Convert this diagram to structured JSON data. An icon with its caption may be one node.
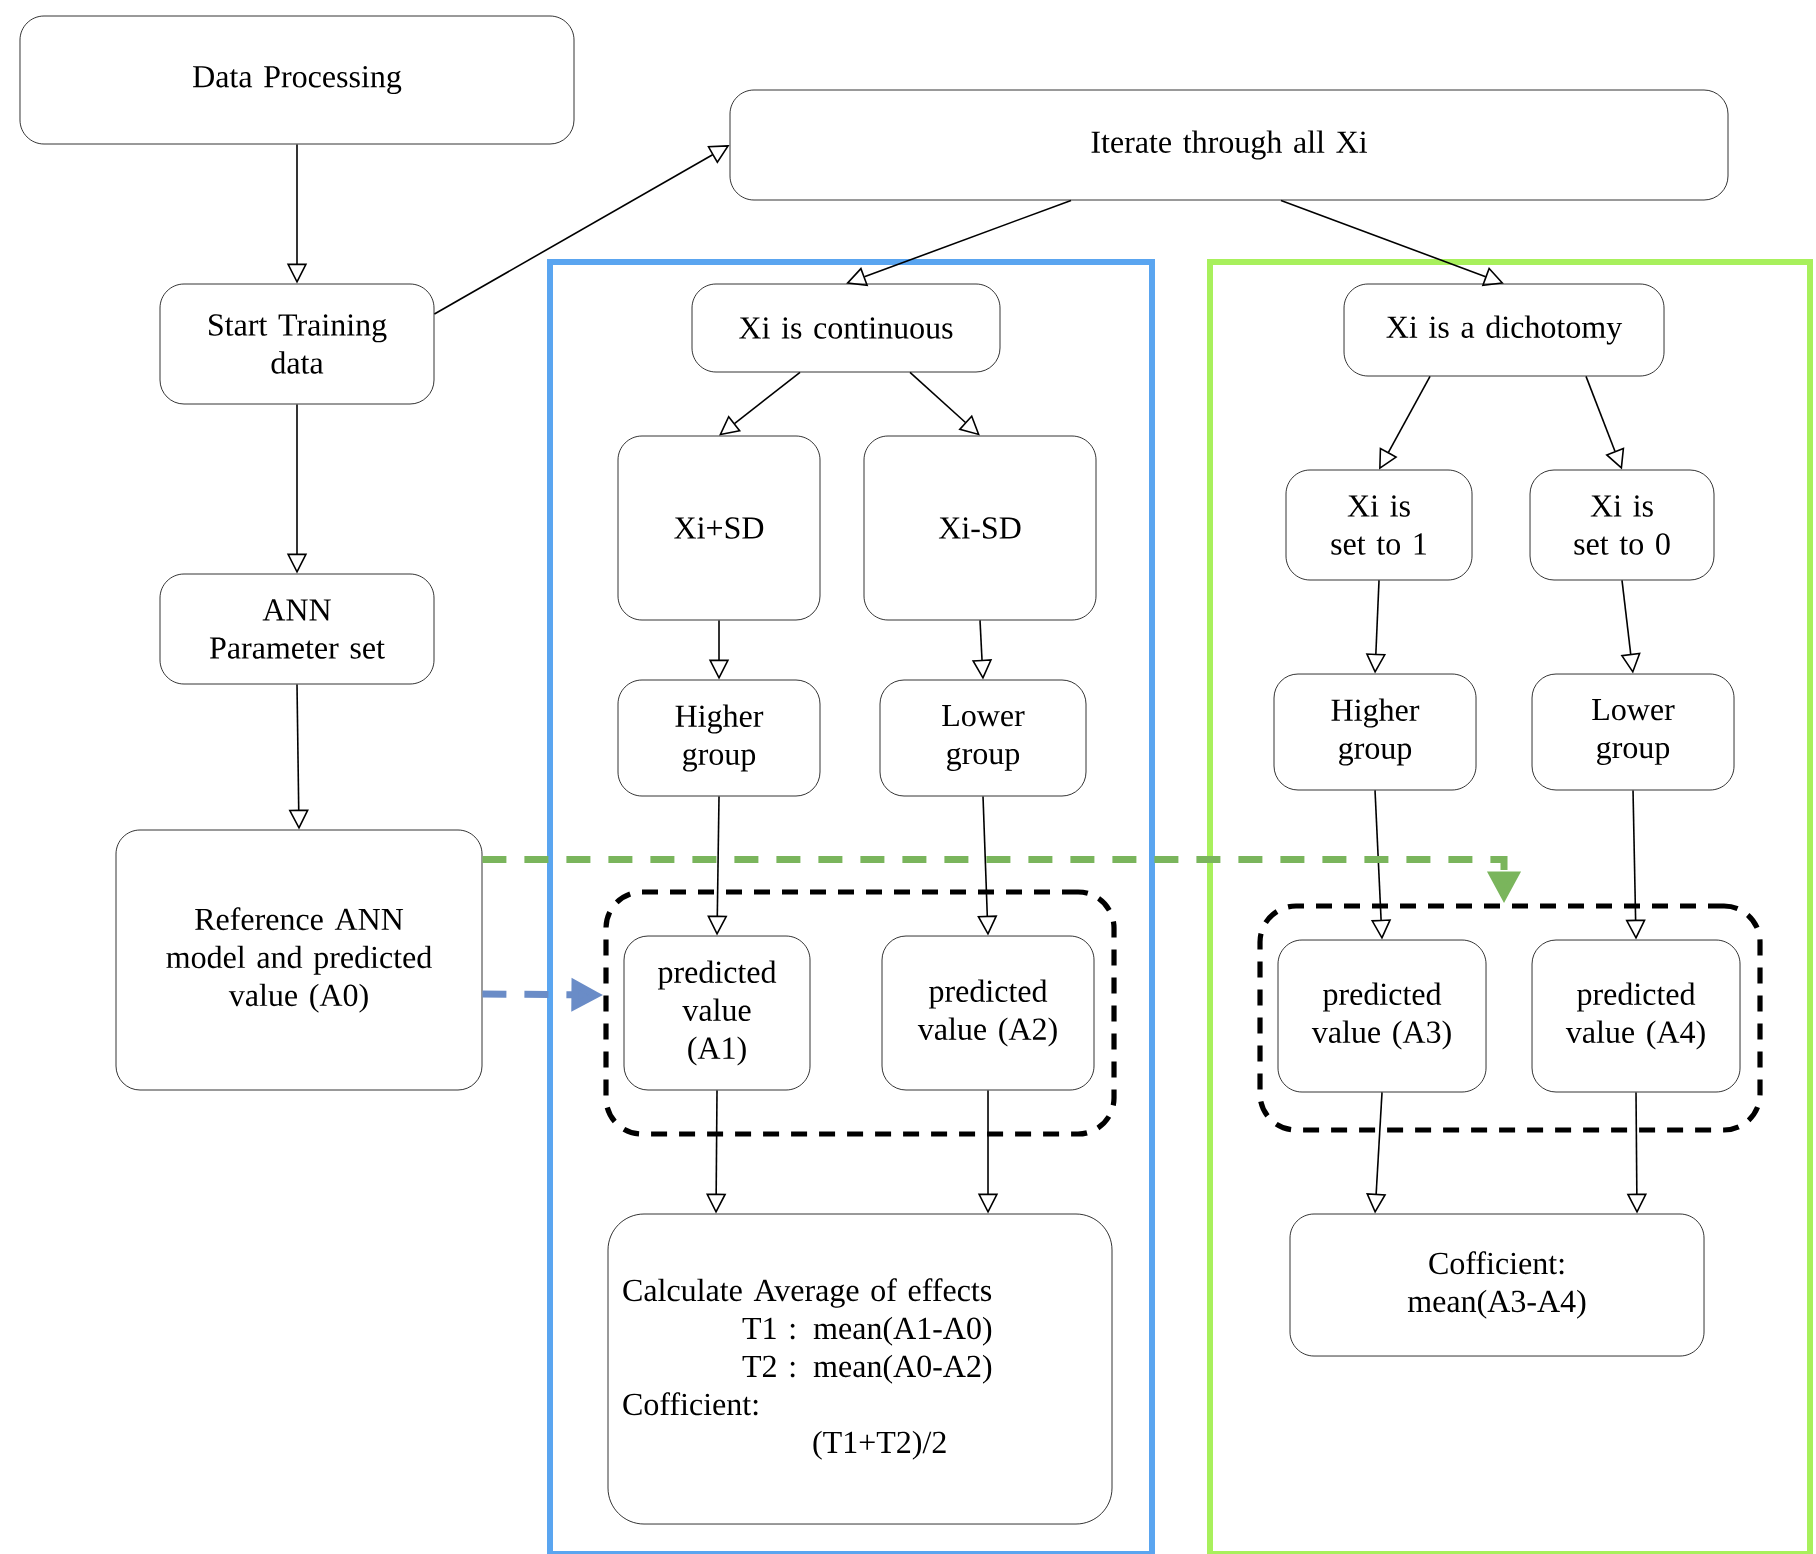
{
  "diagram": {
    "nodes": [
      {
        "text": [
          "Data Processing"
        ]
      },
      {
        "text": [
          "Iterate through all Xi"
        ]
      },
      {
        "text": [
          "Start Training data"
        ]
      },
      {
        "text": [
          "ANN Parameter set"
        ]
      },
      {
        "text": [
          "Reference ANN model and predicted value (A0)"
        ]
      },
      {
        "text": [],
        "shape": "box"
      },
      {
        "text": [
          "Xi is continuous"
        ],
        "in": 5
      },
      {
        "text": [
          "Xi+SD"
        ],
        "in": 5
      },
      {
        "text": [
          "Xi-SD"
        ],
        "in": 5
      },
      {
        "text": [
          "Higher group"
        ],
        "in": 5
      },
      {
        "text": [
          "Lower group"
        ],
        "in": 5
      },
      {
        "text": [],
        "shape": "box",
        "in": 5
      },
      {
        "text": [
          "predicted value (A1)"
        ],
        "in": 11
      },
      {
        "text": [
          "predicted value (A2)"
        ],
        "in": 11
      },
      {
        "text": [
          "Calculate Average of effects",
          "T1 : mean(A1-A0)",
          "T2 : mean(A0-A2)",
          "Cofficient:",
          "(T1+T2)/2"
        ],
        "in": 5
      },
      {
        "text": [],
        "shape": "box"
      },
      {
        "text": [
          "Xi is a dichotomy"
        ],
        "in": 15
      },
      {
        "text": [
          "Xi is set to 1"
        ],
        "in": 15
      },
      {
        "text": [
          "Xi is set to 0"
        ],
        "in": 15
      },
      {
        "text": [
          "Higher group"
        ],
        "in": 15
      },
      {
        "text": [
          "Lower group"
        ],
        "in": 15
      },
      {
        "text": [],
        "shape": "box",
        "in": 15
      },
      {
        "text": [
          "predicted value (A3)"
        ],
        "in": 21
      },
      {
        "text": [
          "predicted value (A4)"
        ],
        "in": 21
      },
      {
        "text": [
          "Cofficient: mean(A3-A4)"
        ],
        "in": 15
      }
    ],
    "edges": [
      {
        "from": 0,
        "to": 2,
        "arrow": "to"
      },
      {
        "from": 2,
        "to": 1,
        "arrow": "to"
      },
      {
        "from": 1,
        "to": 6,
        "arrow": "to"
      },
      {
        "from": 1,
        "to": 16,
        "arrow": "to"
      },
      {
        "from": 2,
        "to": 3,
        "arrow": "to"
      },
      {
        "from": 3,
        "to": 4,
        "arrow": "to"
      },
      {
        "from": 6,
        "to": 7,
        "arrow": "to"
      },
      {
        "from": 6,
        "to": 8,
        "arrow": "to"
      },
      {
        "from": 7,
        "to": 9,
        "arrow": "to"
      },
      {
        "from": 8,
        "to": 10,
        "arrow": "to"
      },
      {
        "from": 9,
        "to": 12,
        "arrow": "to"
      },
      {
        "from": 10,
        "to": 13,
        "arrow": "to"
      },
      {
        "from": 12,
        "to": 14,
        "arrow": "to"
      },
      {
        "from": 13,
        "to": 14,
        "arrow": "to"
      },
      {
        "from": 16,
        "to": 17,
        "arrow": "to"
      },
      {
        "from": 16,
        "to": 18,
        "arrow": "to"
      },
      {
        "from": 17,
        "to": 19,
        "arrow": "to"
      },
      {
        "from": 18,
        "to": 20,
        "arrow": "to"
      },
      {
        "from": 19,
        "to": 22,
        "arrow": "to"
      },
      {
        "from": 20,
        "to": 23,
        "arrow": "to"
      },
      {
        "from": 22,
        "to": 24,
        "arrow": "to"
      },
      {
        "from": 23,
        "to": 24,
        "arrow": "to"
      },
      {
        "from": 4,
        "to": 11,
        "arrow": "to",
        "style": "dashed",
        "color": "#6a8cc7"
      },
      {
        "from": 4,
        "to": 21,
        "arrow": "to",
        "style": "dashed",
        "color": "#7ab55c"
      }
    ]
  }
}
